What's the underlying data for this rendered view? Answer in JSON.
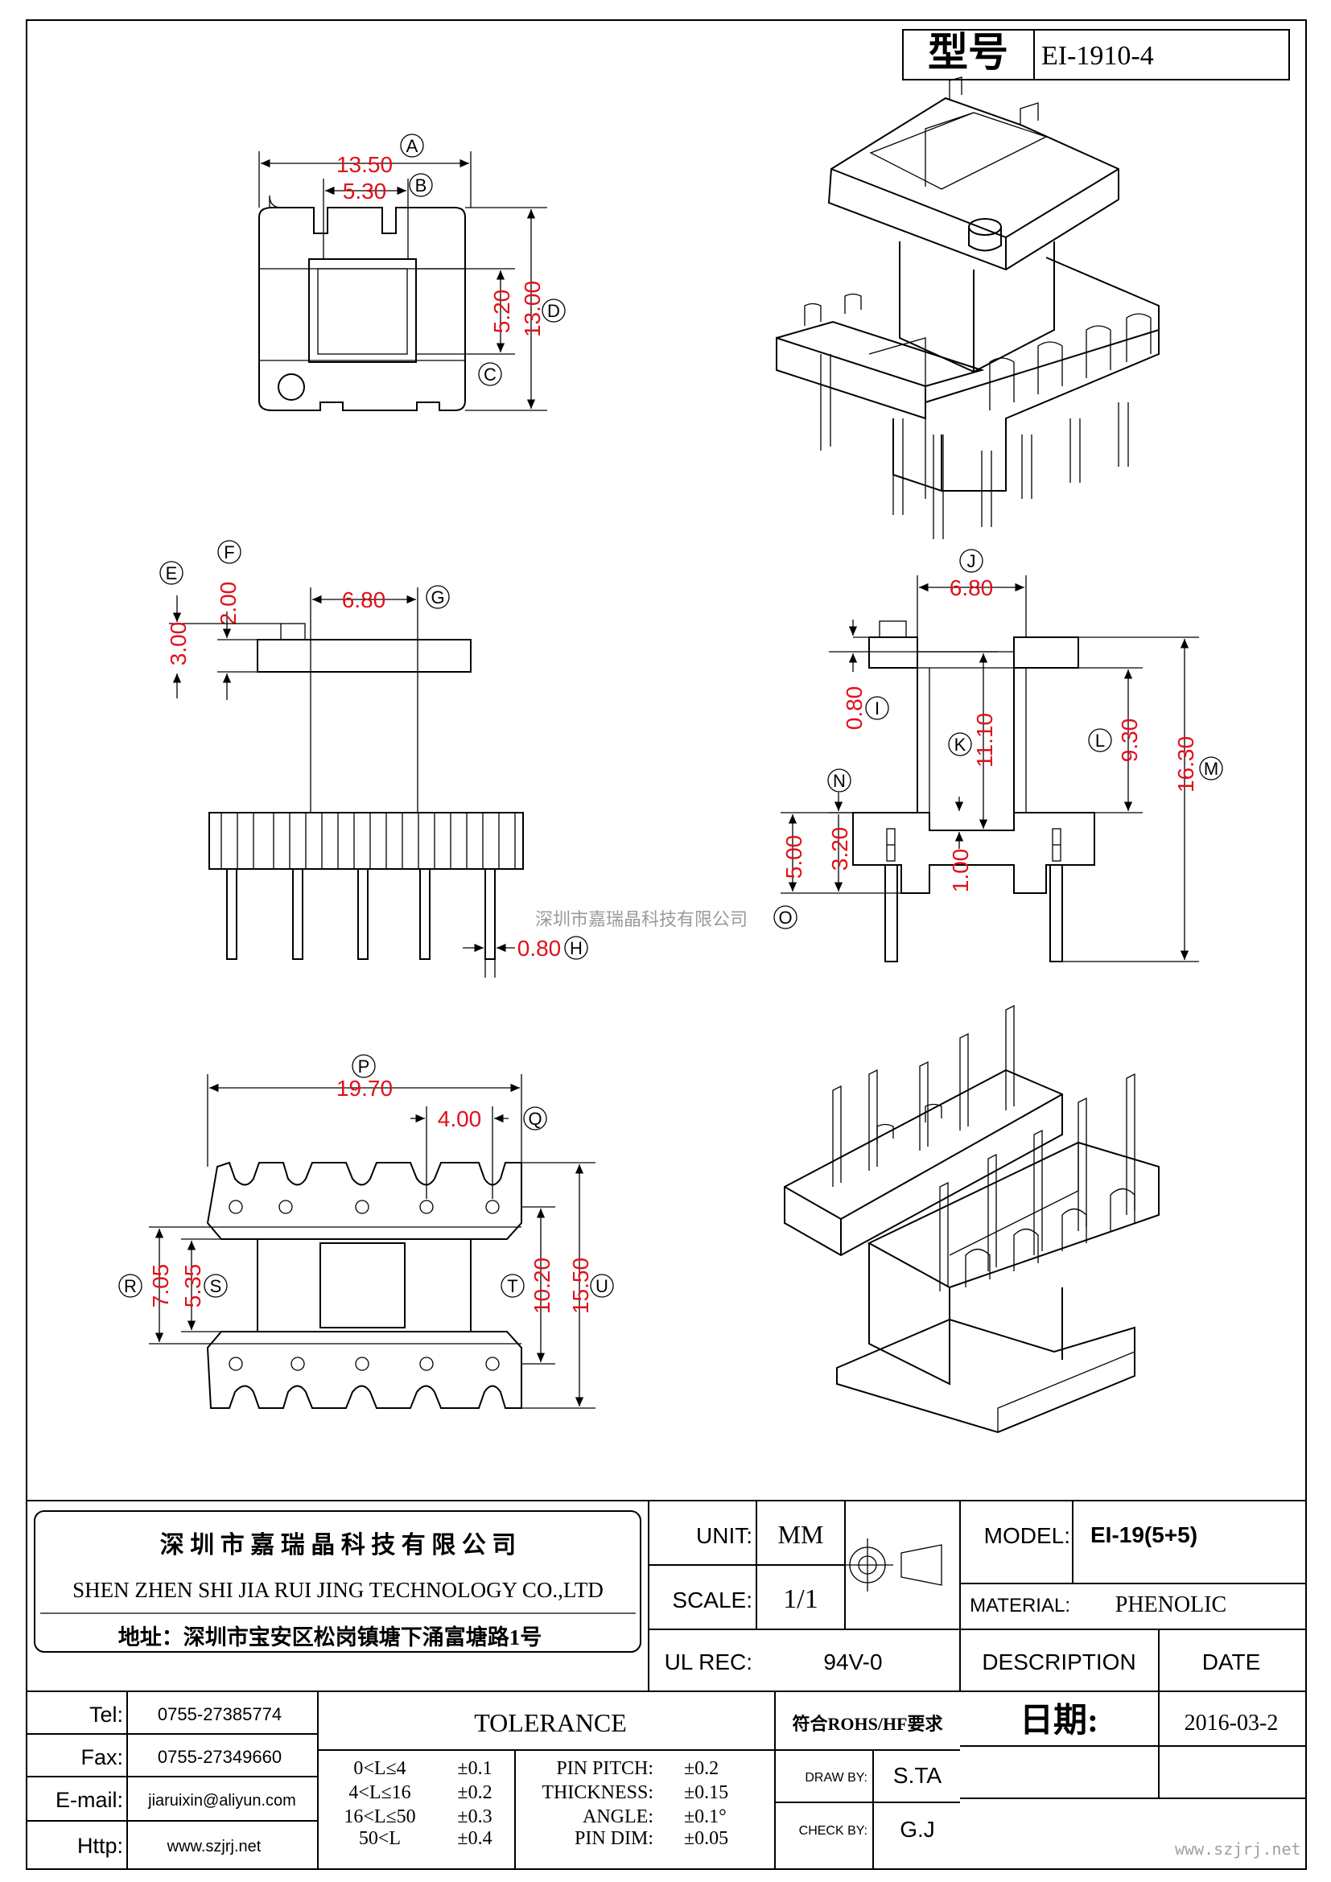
{
  "header": {
    "model_label": "型号",
    "model_value": "EI-1910-4"
  },
  "dimensions": {
    "A": "13.50",
    "B": "5.30",
    "C": "5.20",
    "D": "13.00",
    "F": "2.00",
    "E": "3.00",
    "G": "6.80",
    "H": "0.80",
    "J": "6.80",
    "I": "0.80",
    "K": "11.10",
    "L": "9.30",
    "M": "16.30",
    "N": "3.20",
    "O": "5.00",
    "N2": "1.00",
    "P": "19.70",
    "Q": "4.00",
    "R": "7.05",
    "S": "5.35",
    "T": "10.20",
    "U": "15.50"
  },
  "circle_letters": [
    "A",
    "B",
    "C",
    "D",
    "E",
    "F",
    "G",
    "H",
    "I",
    "J",
    "K",
    "L",
    "M",
    "N",
    "O",
    "P",
    "Q",
    "R",
    "S",
    "T",
    "U"
  ],
  "watermark": "深圳市嘉瑞晶科技有限公司",
  "company": {
    "name_cn": "深 圳 市 嘉 瑞 晶 科 技 有 限 公 司",
    "name_en": "SHEN ZHEN SHI  JIA RUI JING  TECHNOLOGY CO.,LTD",
    "address": "地址：深圳市宝安区松岗镇塘下涌富塘路1号"
  },
  "contacts": [
    {
      "label": "Tel:",
      "value": "0755-27385774"
    },
    {
      "label": "Fax:",
      "value": "0755-27349660"
    },
    {
      "label": "E-mail:",
      "value": "jiaruixin@aliyun.com"
    },
    {
      "label": "Http:",
      "value": "www.szjrj.net"
    }
  ],
  "spec": {
    "unit_label": "UNIT:",
    "unit_value": "MM",
    "scale_label": "SCALE:",
    "scale_value": "1/1",
    "ul_label": "UL REC:",
    "ul_value": "94V-0",
    "model_label": "MODEL:",
    "model_value": "EI-19(5+5)",
    "material_label": "MATERIAL:",
    "material_value": "PHENOLIC",
    "description_label": "DESCRIPTION",
    "date_label": "DATE",
    "date_cn_label": "日期:",
    "date_value": "2016-03-2",
    "rohs": "符合ROHS/HF要求",
    "draw_label": "DRAW BY:",
    "draw_value": "S.TA",
    "check_label": "CHECK BY:",
    "check_value": "G.J"
  },
  "tolerance": {
    "title": "TOLERANCE",
    "ranges": [
      {
        "range": "0<L≤4",
        "tol": "±0.1"
      },
      {
        "range": "4<L≤16",
        "tol": "±0.2"
      },
      {
        "range": "16<L≤50",
        "tol": "±0.3"
      },
      {
        "range": "50<L",
        "tol": "±0.4"
      }
    ],
    "items": [
      {
        "name": "PIN PITCH:",
        "tol": "±0.2"
      },
      {
        "name": "THICKNESS:",
        "tol": "±0.15"
      },
      {
        "name": "ANGLE:",
        "tol": "±0.1°"
      },
      {
        "name": "PIN DIM:",
        "tol": "±0.05"
      }
    ]
  },
  "site_watermark": "www.szjrj.net"
}
